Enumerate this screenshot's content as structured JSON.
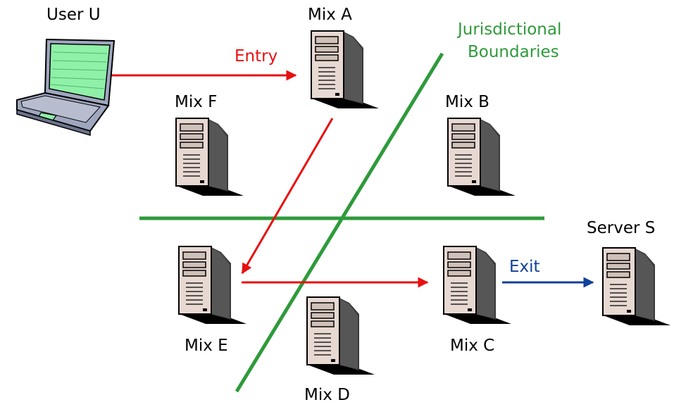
{
  "nodes": {
    "user": "User U",
    "mix_a": "Mix A",
    "mix_b": "Mix B",
    "mix_c": "Mix C",
    "mix_d": "Mix D",
    "mix_e": "Mix E",
    "mix_f": "Mix F",
    "server": "Server S"
  },
  "edges": {
    "entry": "Entry",
    "exit": "Exit"
  },
  "boundaries": {
    "line1": "Jurisdictional",
    "line2": "Boundaries"
  },
  "colors": {
    "boundary": "#2e9a3a",
    "route": "#e81010",
    "exit": "#10409a",
    "screen": "#8ff0a8"
  },
  "icons": {
    "computer": "laptop-icon",
    "mix": "server-tower-icon"
  }
}
